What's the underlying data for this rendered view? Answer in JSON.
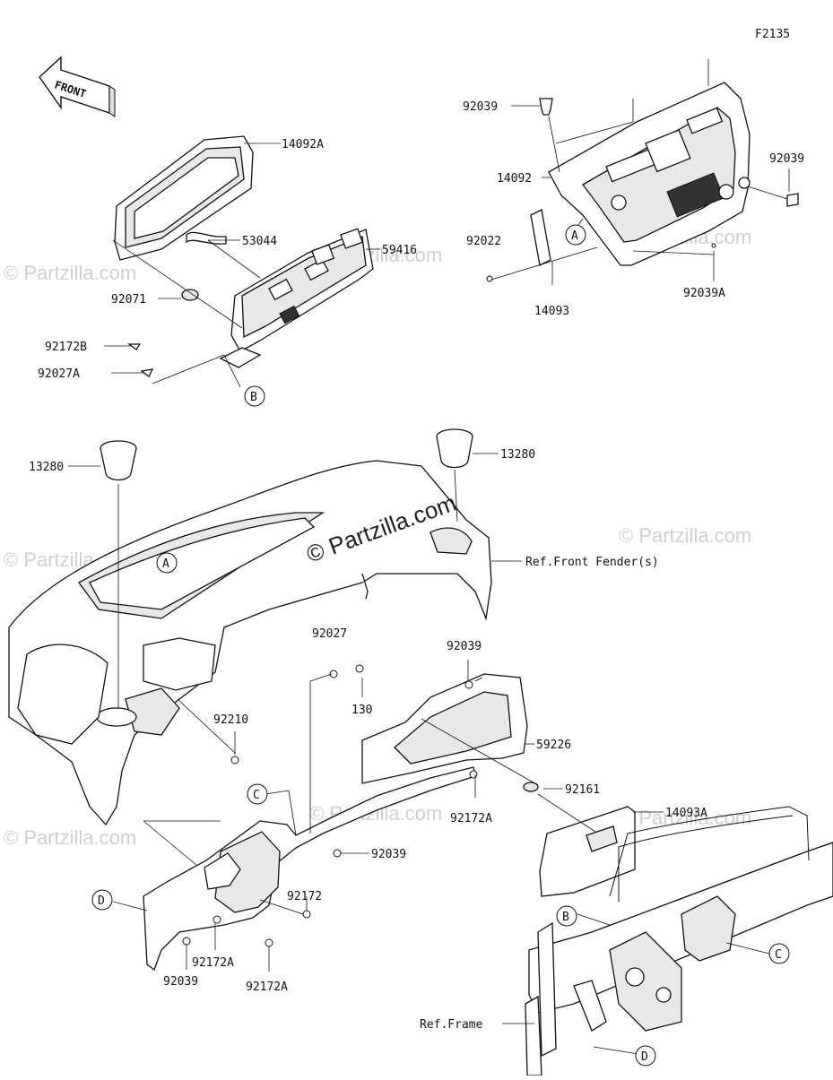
{
  "figure_code": "F2135",
  "front_arrow": "FRONT",
  "watermarks": {
    "main": "© Partzilla.com",
    "faint": "© Partzilla.com"
  },
  "parts": [
    "14092A",
    "53044",
    "59416",
    "92071",
    "92172B",
    "92027A",
    "92039",
    "14092",
    "92039",
    "92022",
    "14093",
    "92039A",
    "13280",
    "13280",
    "Ref.Front Fender(s)",
    "92027",
    "130",
    "92039",
    "59226",
    "92210",
    "92161",
    "14093A",
    "92172A",
    "92039",
    "92172",
    "92172A",
    "92039",
    "92172A",
    "Ref.Frame"
  ],
  "refs": [
    "A",
    "B",
    "A",
    "C",
    "B",
    "C",
    "D",
    "D"
  ]
}
